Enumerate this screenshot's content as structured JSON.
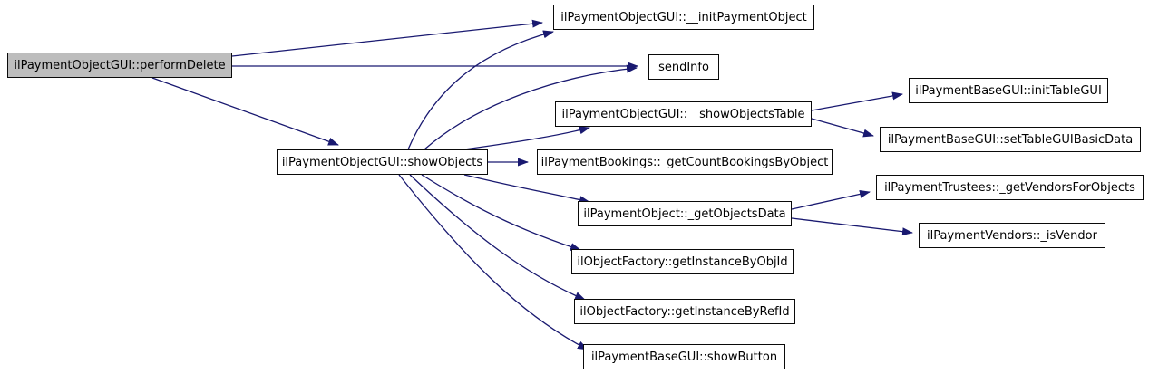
{
  "diagram": {
    "kind": "call-graph",
    "colors": {
      "edge": "#191970",
      "node_border": "#0a0a0a",
      "node_fill": "#ffffff",
      "highlight_fill": "#bdbdbd",
      "text": "#000000",
      "background": "#ffffff"
    },
    "nodes": [
      {
        "id": "performDelete",
        "label": "ilPaymentObjectGUI::performDelete",
        "highlighted": true
      },
      {
        "id": "initPaymentObject",
        "label": "ilPaymentObjectGUI::__initPaymentObject",
        "highlighted": false
      },
      {
        "id": "sendInfo",
        "label": "sendInfo",
        "highlighted": false
      },
      {
        "id": "showObjects",
        "label": "ilPaymentObjectGUI::showObjects",
        "highlighted": false
      },
      {
        "id": "showObjectsTable",
        "label": "ilPaymentObjectGUI::__showObjectsTable",
        "highlighted": false
      },
      {
        "id": "initTableGUI",
        "label": "ilPaymentBaseGUI::initTableGUI",
        "highlighted": false
      },
      {
        "id": "setTableGUIBasicData",
        "label": "ilPaymentBaseGUI::setTableGUIBasicData",
        "highlighted": false
      },
      {
        "id": "getCountBookingsByObject",
        "label": "ilPaymentBookings::_getCountBookingsByObject",
        "highlighted": false
      },
      {
        "id": "getObjectsData",
        "label": "ilPaymentObject::_getObjectsData",
        "highlighted": false
      },
      {
        "id": "getVendorsForObjects",
        "label": "ilPaymentTrustees::_getVendorsForObjects",
        "highlighted": false
      },
      {
        "id": "isVendor",
        "label": "ilPaymentVendors::_isVendor",
        "highlighted": false
      },
      {
        "id": "getInstanceByObjId",
        "label": "ilObjectFactory::getInstanceByObjId",
        "highlighted": false
      },
      {
        "id": "getInstanceByRefId",
        "label": "ilObjectFactory::getInstanceByRefId",
        "highlighted": false
      },
      {
        "id": "showButton",
        "label": "ilPaymentBaseGUI::showButton",
        "highlighted": false
      }
    ],
    "edges": [
      {
        "from": "performDelete",
        "to": "initPaymentObject"
      },
      {
        "from": "performDelete",
        "to": "sendInfo"
      },
      {
        "from": "performDelete",
        "to": "showObjects"
      },
      {
        "from": "showObjects",
        "to": "initPaymentObject"
      },
      {
        "from": "showObjects",
        "to": "sendInfo"
      },
      {
        "from": "showObjects",
        "to": "showObjectsTable"
      },
      {
        "from": "showObjects",
        "to": "getCountBookingsByObject"
      },
      {
        "from": "showObjects",
        "to": "getObjectsData"
      },
      {
        "from": "showObjects",
        "to": "getInstanceByObjId"
      },
      {
        "from": "showObjects",
        "to": "getInstanceByRefId"
      },
      {
        "from": "showObjects",
        "to": "showButton"
      },
      {
        "from": "showObjectsTable",
        "to": "initTableGUI"
      },
      {
        "from": "showObjectsTable",
        "to": "setTableGUIBasicData"
      },
      {
        "from": "getObjectsData",
        "to": "getVendorsForObjects"
      },
      {
        "from": "getObjectsData",
        "to": "isVendor"
      }
    ]
  }
}
